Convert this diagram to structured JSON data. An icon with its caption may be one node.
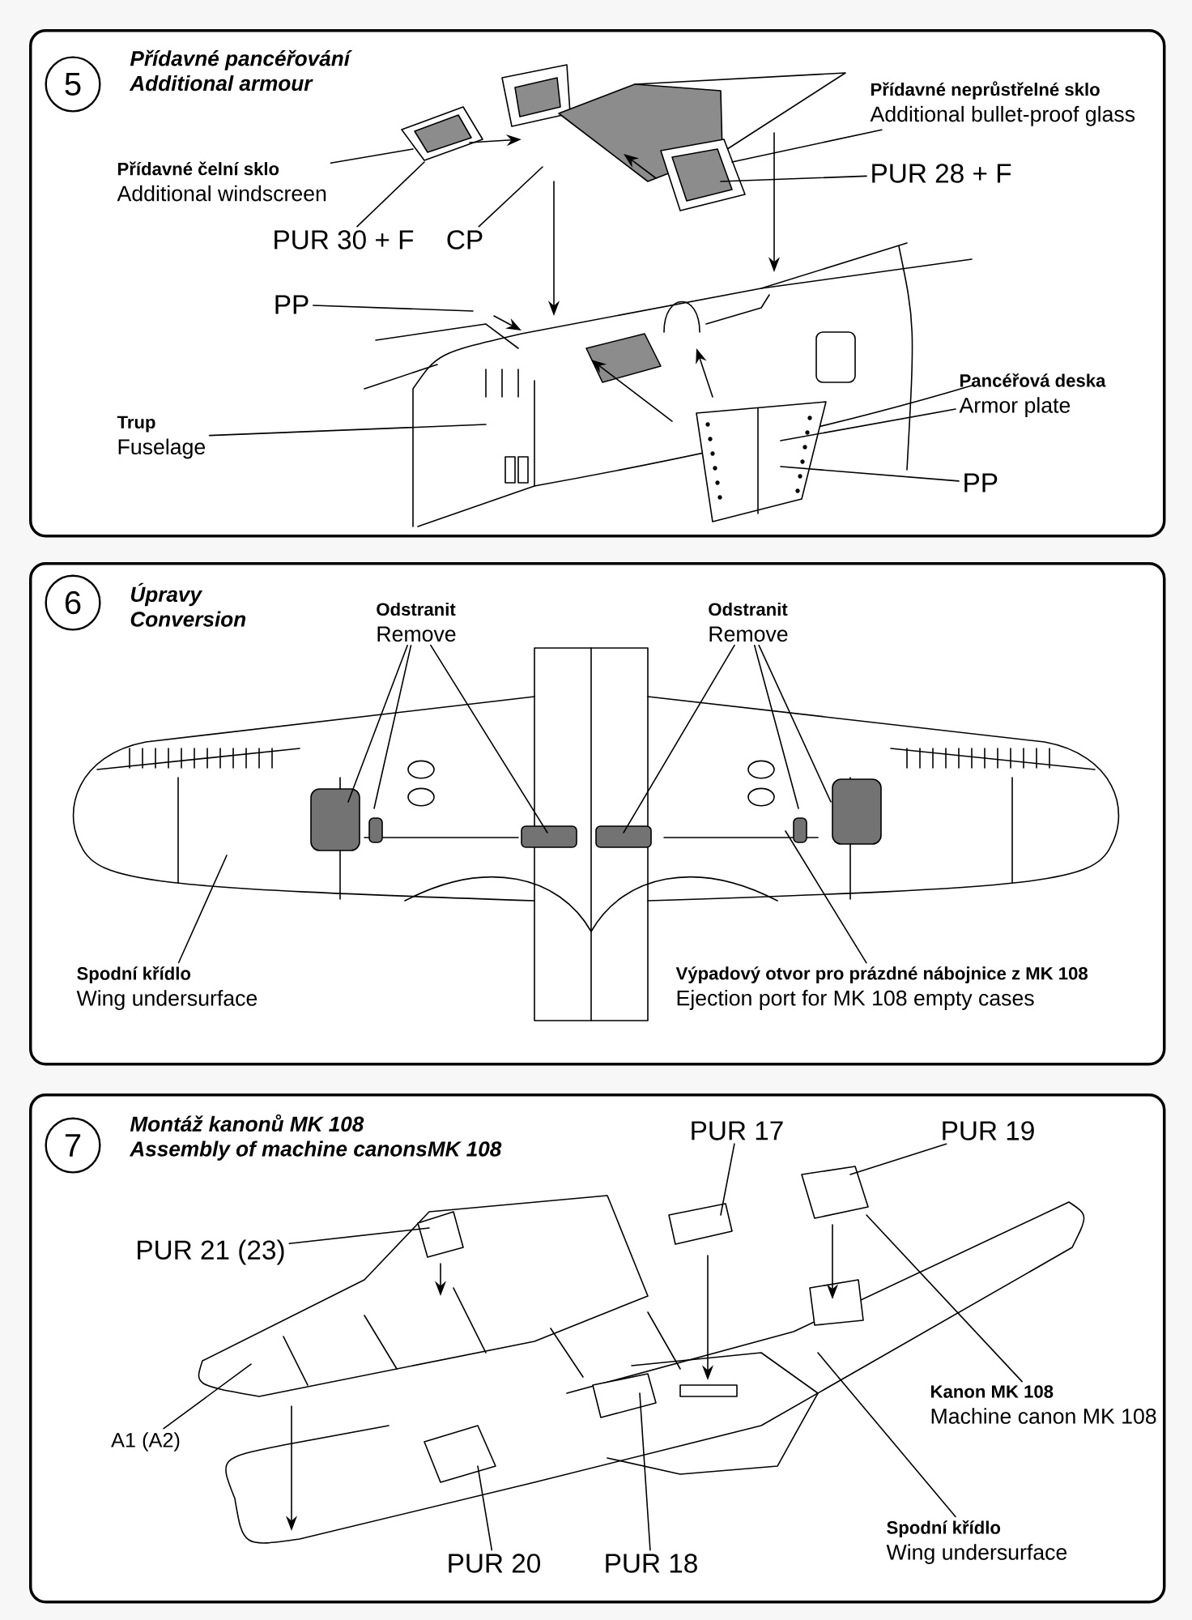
{
  "diagram": {
    "nodes": [
      {
        "text": [
          "Přídavné pancéřování",
          "Additional armour"
        ]
      },
      {
        "text": [
          "5"
        ],
        "in": 0
      },
      {
        "text": [
          "Přídavné čelní sklo",
          "Additional windscreen"
        ],
        "in": 0
      },
      {
        "text": [
          "PUR 30 + F"
        ],
        "in": 0
      },
      {
        "text": [
          "CP"
        ],
        "in": 0
      },
      {
        "text": [
          "PP"
        ],
        "in": 0
      },
      {
        "text": [
          "Trup",
          "Fuselage"
        ],
        "in": 0
      },
      {
        "text": [
          "Přídavné neprůstřelné sklo",
          "Additional bullet-proof glass"
        ],
        "in": 0
      },
      {
        "text": [
          "PUR 28 + F"
        ],
        "in": 0
      },
      {
        "text": [
          "Pancéřová deska",
          "Armor plate"
        ],
        "in": 0
      },
      {
        "text": [
          "PP"
        ],
        "in": 0
      },
      {
        "text": [
          "Úpravy",
          "Conversion"
        ]
      },
      {
        "text": [
          "6"
        ],
        "in": 11
      },
      {
        "text": [
          "Odstranit",
          "Remove"
        ],
        "in": 11
      },
      {
        "text": [
          "Odstranit",
          "Remove"
        ],
        "in": 11
      },
      {
        "text": [
          "Spodní křídlo",
          "Wing undersurface"
        ],
        "in": 11
      },
      {
        "text": [
          "Výpadový otvor pro prázdné nábojnice z MK 108",
          "Ejection port for MK 108 empty cases"
        ],
        "in": 11
      },
      {
        "text": [
          "Montáž kanonů MK 108",
          "Assembly of machine canonsMK 108"
        ]
      },
      {
        "text": [
          "7"
        ],
        "in": 17
      },
      {
        "text": [
          "PUR 21 (23)"
        ],
        "in": 17
      },
      {
        "text": [
          "A1 (A2)"
        ],
        "in": 17
      },
      {
        "text": [
          "PUR 17"
        ],
        "in": 17
      },
      {
        "text": [
          "PUR 19"
        ],
        "in": 17
      },
      {
        "text": [
          "Kanon MK 108",
          "Machine canon MK 108"
        ],
        "in": 17
      },
      {
        "text": [
          "PUR 20"
        ],
        "in": 17
      },
      {
        "text": [
          "PUR 18"
        ],
        "in": 17
      },
      {
        "text": [
          "Spodní křídlo",
          "Wing undersurface"
        ],
        "in": 17
      }
    ],
    "edges": [
      {
        "from": 2,
        "to": null,
        "arrow": "none"
      },
      {
        "from": 3,
        "to": null,
        "arrow": "none"
      },
      {
        "from": 4,
        "to": null,
        "arrow": "none"
      },
      {
        "from": 5,
        "to": null,
        "arrow": "none"
      },
      {
        "from": 6,
        "to": null,
        "arrow": "none"
      },
      {
        "from": 7,
        "to": null,
        "arrow": "none"
      },
      {
        "from": 8,
        "to": null,
        "arrow": "none"
      },
      {
        "from": 9,
        "to": null,
        "arrow": "none"
      },
      {
        "from": 10,
        "to": null,
        "arrow": "none"
      },
      {
        "from": 13,
        "to": null,
        "arrow": "none"
      },
      {
        "from": 13,
        "to": null,
        "arrow": "none"
      },
      {
        "from": 13,
        "to": null,
        "arrow": "none"
      },
      {
        "from": 14,
        "to": null,
        "arrow": "none"
      },
      {
        "from": 14,
        "to": null,
        "arrow": "none"
      },
      {
        "from": 14,
        "to": null,
        "arrow": "none"
      },
      {
        "from": 15,
        "to": null,
        "arrow": "none"
      },
      {
        "from": 16,
        "to": null,
        "arrow": "none"
      },
      {
        "from": 19,
        "to": null,
        "arrow": "none"
      },
      {
        "from": 20,
        "to": null,
        "arrow": "none"
      },
      {
        "from": 21,
        "to": null,
        "arrow": "none"
      },
      {
        "from": 22,
        "to": null,
        "arrow": "none"
      },
      {
        "from": 23,
        "to": null,
        "arrow": "none"
      },
      {
        "from": 24,
        "to": null,
        "arrow": "none"
      },
      {
        "from": 25,
        "to": null,
        "arrow": "none"
      },
      {
        "from": 26,
        "to": null,
        "arrow": "none"
      }
    ]
  }
}
